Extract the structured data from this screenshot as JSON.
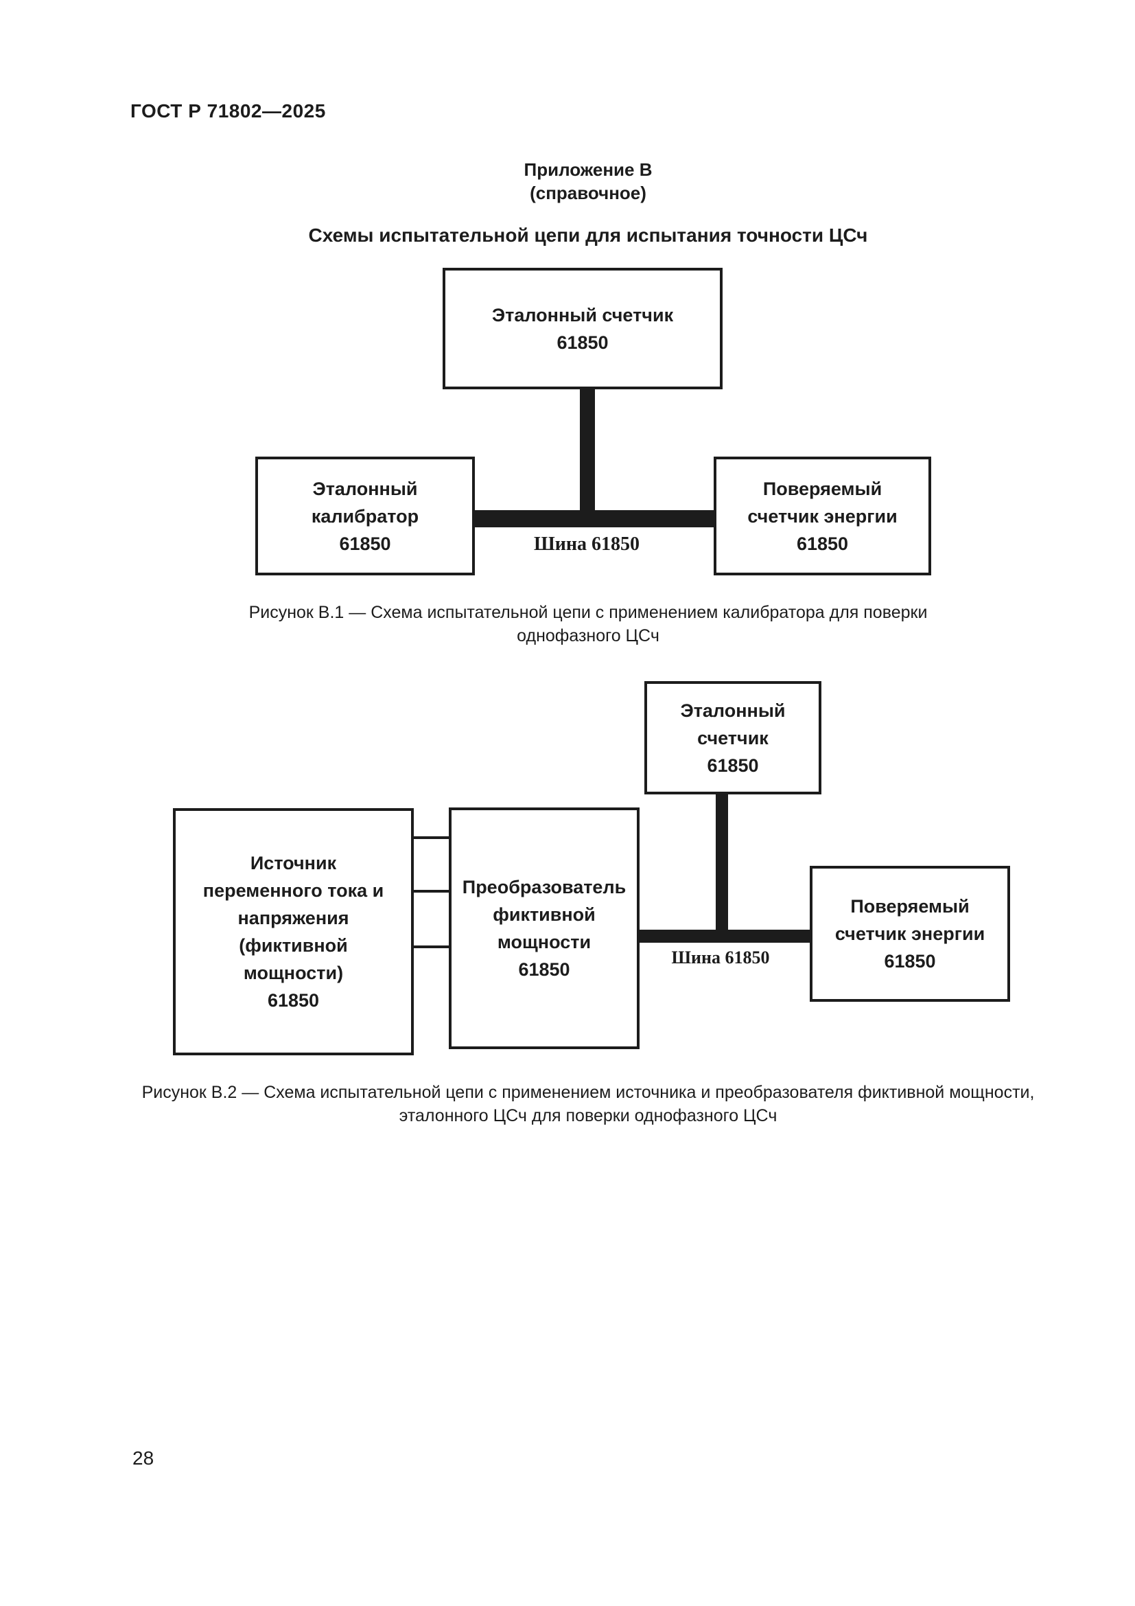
{
  "page": {
    "header": "ГОСТ Р 71802—2025",
    "page_number": "28",
    "ink_color": "#1c1c1c"
  },
  "appendix": {
    "label": "Приложение В",
    "note": "(справочное)",
    "title": "Схемы испытательной цепи для испытания точности ЦСч"
  },
  "figure1": {
    "boxes": {
      "top": {
        "lines": [
          "Эталонный счетчик",
          "61850"
        ]
      },
      "left": {
        "lines": [
          "Эталонный",
          "калибратор",
          "61850"
        ]
      },
      "right": {
        "lines": [
          "Поверяемый",
          "счетчик энергии",
          "61850"
        ]
      }
    },
    "bus_label": "Шина 61850",
    "caption_lines": [
      "Рисунок В.1 — Схема испытательной цепи с применением калибратора для поверки",
      "однофазного ЦСч"
    ]
  },
  "figure2": {
    "boxes": {
      "top": {
        "lines": [
          "Эталонный",
          "счетчик",
          "61850"
        ]
      },
      "source": {
        "lines": [
          "Источник",
          "переменного тока и",
          "напряжения",
          "(фиктивной",
          "мощности)",
          "61850"
        ]
      },
      "converter": {
        "lines": [
          "Преобразователь",
          "фиктивной",
          "мощности",
          "61850"
        ]
      },
      "right": {
        "lines": [
          "Поверяемый",
          "счетчик энергии",
          "61850"
        ]
      }
    },
    "bus_label": "Шина 61850",
    "caption_lines": [
      "Рисунок В.2 — Схема испытательной цепи с применением источника и преобразователя фиктивной мощности,",
      "эталонного ЦСч для поверки однофазного ЦСч"
    ]
  }
}
